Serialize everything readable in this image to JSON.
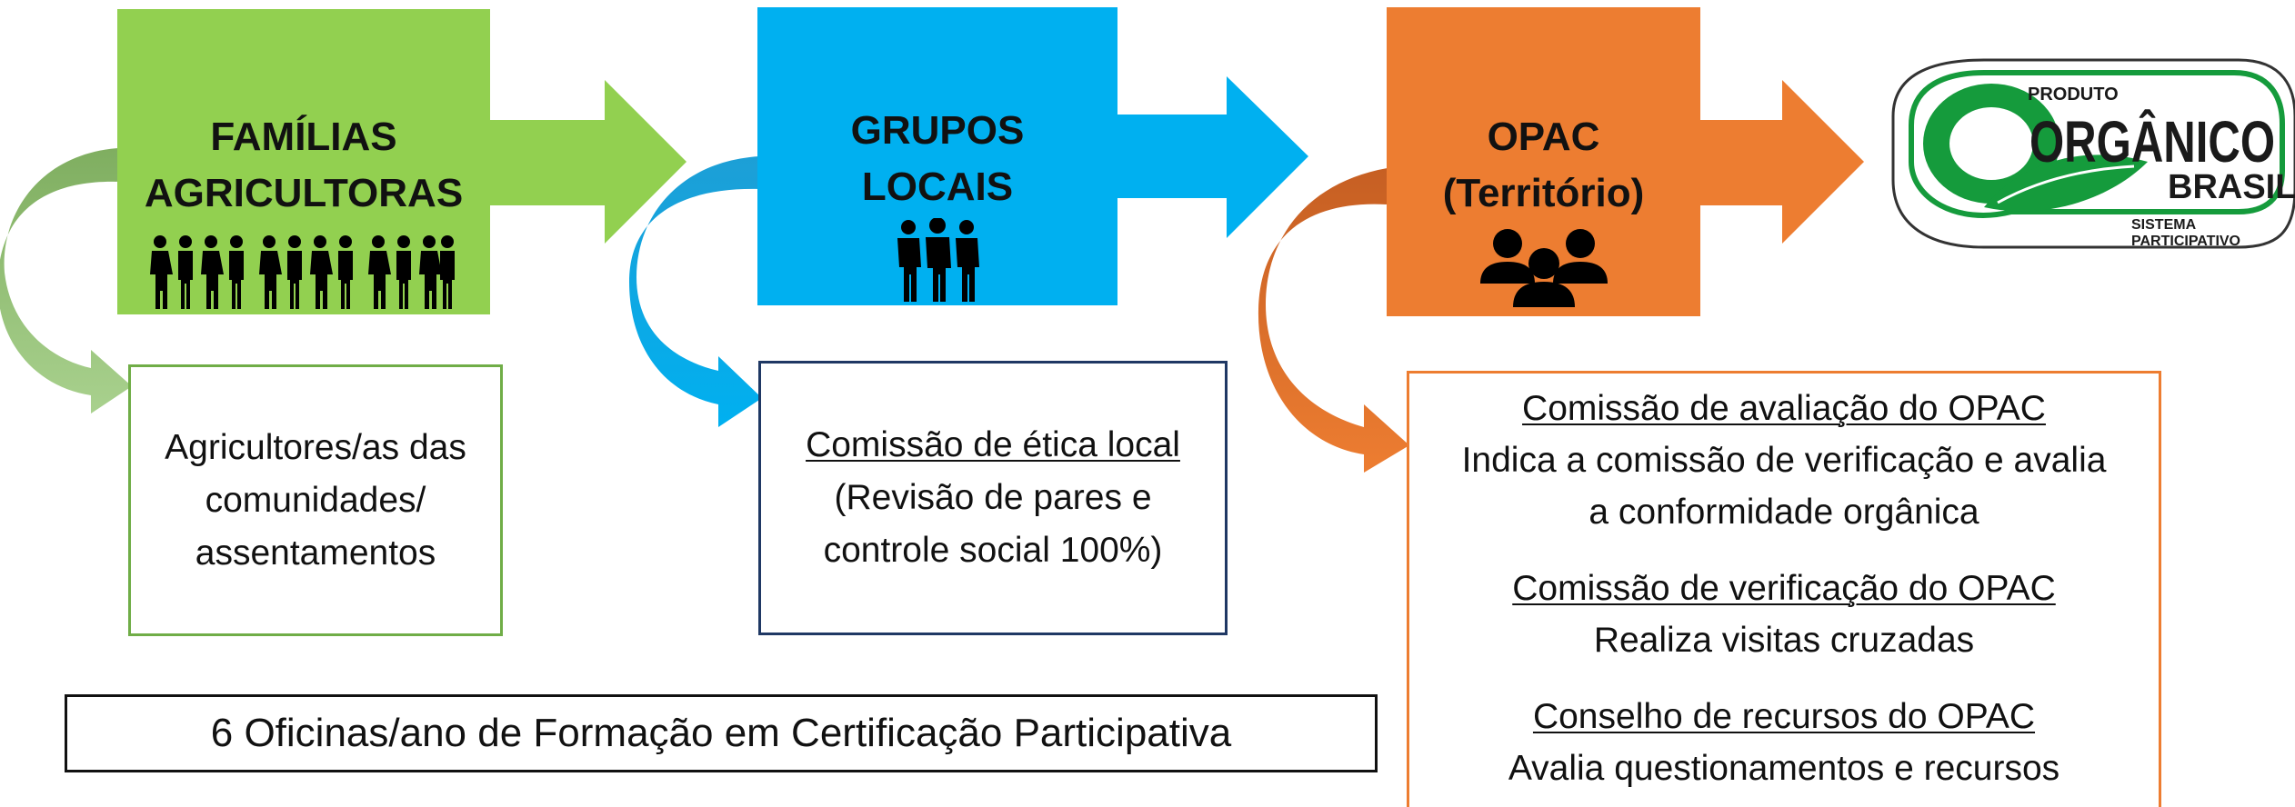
{
  "stages": [
    {
      "title_lines": [
        "FAMÍLIAS",
        "AGRICULTORAS"
      ],
      "icon": "people-row-icon",
      "color": "#92d050"
    },
    {
      "title_lines": [
        "GRUPOS",
        "LOCAIS"
      ],
      "icon": "group-icon",
      "color": "#00b0f0"
    },
    {
      "title_lines": [
        "OPAC",
        "(Território)"
      ],
      "icon": "users-icon",
      "color": "#ed7d31"
    }
  ],
  "boxes": {
    "agricultores": {
      "lines": [
        "Agricultores/as das",
        "comunidades/",
        "assentamentos"
      ],
      "border_color": "#70ad47"
    },
    "etica": {
      "heading": "Comissão de ética local",
      "lines": [
        "(Revisão de pares e",
        "controle social 100%)"
      ],
      "border_color": "#1f3864"
    },
    "opac": {
      "border_color": "#ed7d31",
      "groups": [
        {
          "heading": "Comissão de avaliação do OPAC",
          "lines": [
            "Indica a comissão de verificação e avalia",
            "a conformidade orgânica"
          ]
        },
        {
          "heading": "Comissão de verificação do OPAC",
          "lines": [
            "Realiza visitas cruzadas"
          ]
        },
        {
          "heading": "Conselho de recursos do OPAC",
          "lines": [
            "Avalia questionamentos e recursos"
          ]
        }
      ]
    },
    "oficinas": {
      "text": "6 Oficinas/ano de Formação em Certificação Participativa"
    }
  },
  "logo": {
    "top_text": "PRODUTO",
    "main_text": "ORGÂNICO",
    "sub_text": "BRASIL",
    "system_lines": [
      "SISTEMA",
      "PARTICIPATIVO"
    ],
    "colors": {
      "green": "#159b3c",
      "dark": "#1a1a1a"
    }
  },
  "arrow_colors": {
    "green": "#92d050",
    "blue": "#00b0f0",
    "orange": "#ed7d31"
  }
}
